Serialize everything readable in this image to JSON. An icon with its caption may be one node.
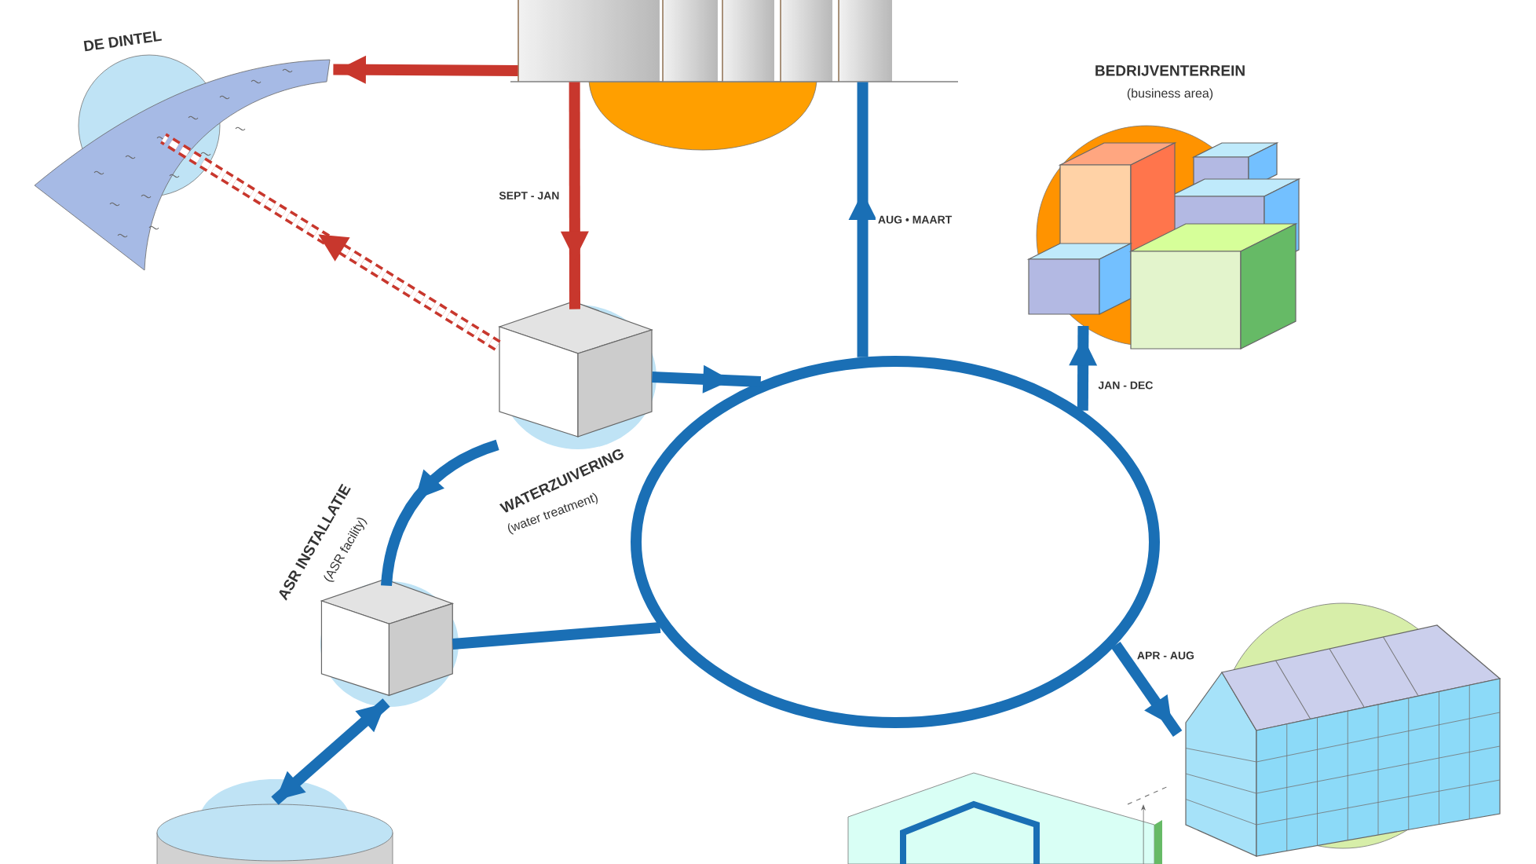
{
  "diagram": {
    "nodes": [
      {
        "text": [],
        "shape": "picture"
      },
      {
        "text": [
          "DE DINTEL"
        ]
      },
      {
        "text": [
          "WATERZUIVERING",
          "(water treatment)"
        ]
      },
      {
        "text": [
          "BEDRIJVENTERREIN",
          "(business area)"
        ]
      },
      {
        "text": [
          "ASR INSTALLATIE",
          "(ASR facility)"
        ]
      },
      {
        "text": [],
        "shape": "picture"
      },
      {
        "text": [],
        "shape": "cylinder"
      },
      {
        "text": [],
        "shape": "circle"
      }
    ],
    "edges": [
      {
        "from": 0,
        "to": 1,
        "arrow": "to",
        "color": "#c8372d"
      },
      {
        "from": 0,
        "to": 2,
        "arrow": "to",
        "label": "SEPT - JAN",
        "color": "#c8372d"
      },
      {
        "from": 2,
        "to": 1,
        "arrow": "to",
        "style": "dashed",
        "color": "#c8372d"
      },
      {
        "from": 7,
        "to": 0,
        "arrow": "to",
        "label": "AUG • MAART"
      },
      {
        "from": 2,
        "to": 7,
        "arrow": "to"
      },
      {
        "from": 7,
        "to": 3,
        "arrow": "to",
        "label": "JAN - DEC"
      },
      {
        "from": 7,
        "to": 5,
        "arrow": "to",
        "label": "APR - AUG"
      },
      {
        "from": 2,
        "to": 4,
        "arrow": "to"
      },
      {
        "from": 4,
        "to": 7,
        "arrow": "none"
      },
      {
        "from": 4,
        "to": 6,
        "arrow": "both"
      }
    ]
  }
}
